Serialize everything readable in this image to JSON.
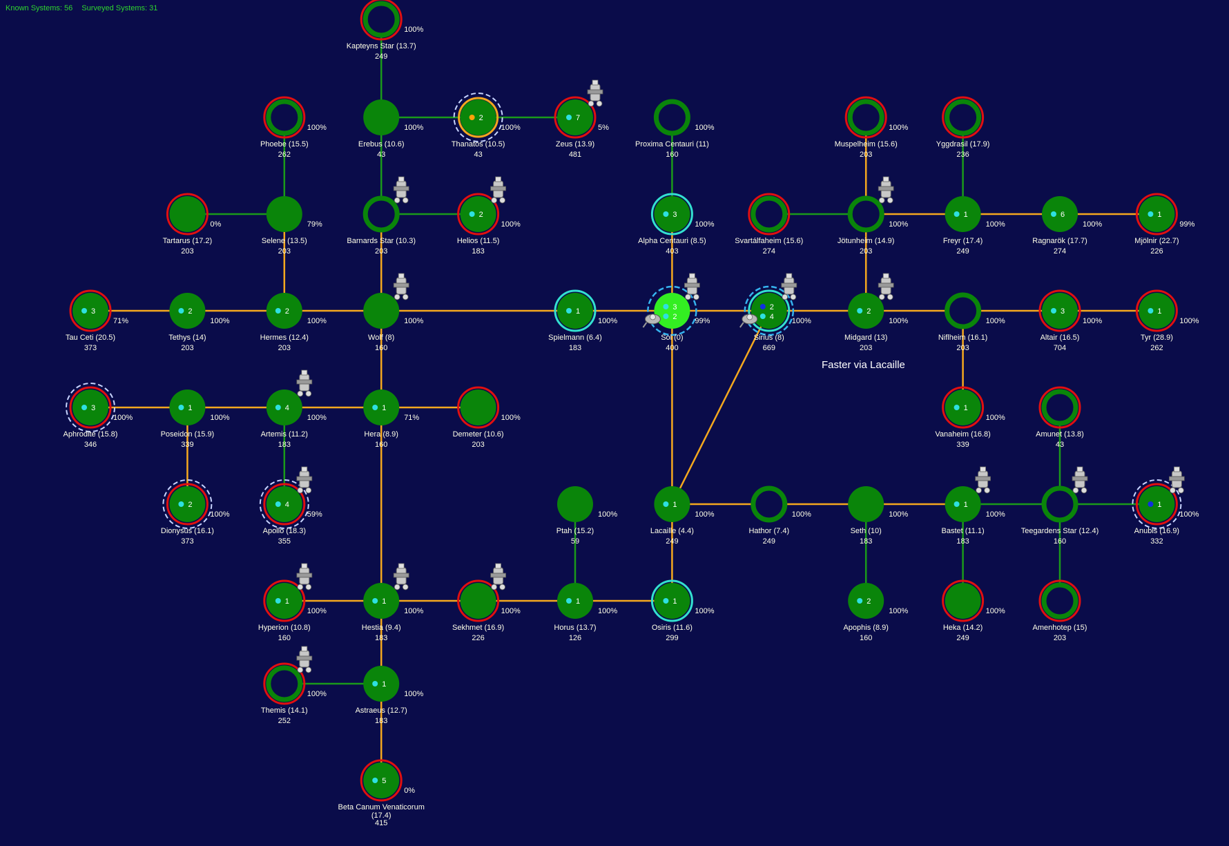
{
  "hud": {
    "known": "Known Systems: 56",
    "surveyed": "Surveyed Systems: 31"
  },
  "note": "Faster via Lacaille",
  "colors": {
    "background": "#0a0c4a",
    "planet": "#0a850a",
    "home": "#33ee22",
    "lane_green": "#1a9a1a",
    "lane_orange": "#f5a81e",
    "ring_red": "#e01010",
    "ring_cyan": "#33e0d0",
    "label": "#ffffe8",
    "hud": "#2fd52f"
  },
  "systems": [
    {
      "id": "kapteyns",
      "name": "Kapteyns Star  (13.7)",
      "value": "249",
      "col": 3,
      "row": 0,
      "pct": "100%",
      "count": "",
      "red": true,
      "ring": true
    },
    {
      "id": "phoebe",
      "name": "Phoebe  (15.5)",
      "value": "262",
      "col": 2,
      "row": 1,
      "pct": "100%",
      "count": "",
      "red": true,
      "ring": true
    },
    {
      "id": "erebus",
      "name": "Erebus  (10.6)",
      "value": "43",
      "col": 3,
      "row": 1,
      "pct": "100%",
      "count": ""
    },
    {
      "id": "thanatos",
      "name": "Thanatos  (10.5)",
      "value": "43",
      "col": 4,
      "row": 1,
      "pct": "100%",
      "count": "2",
      "orange": true,
      "dashed": true,
      "dotColor": "orange"
    },
    {
      "id": "zeus",
      "name": "Zeus  (13.9)",
      "value": "481",
      "col": 5,
      "row": 1,
      "pct": "5%",
      "count": "7",
      "red": true,
      "ship": true
    },
    {
      "id": "proxima",
      "name": "Proxima Centauri  (11)",
      "value": "160",
      "col": 6,
      "row": 1,
      "pct": "100%",
      "count": "",
      "ring": true
    },
    {
      "id": "muspelheim",
      "name": "Muspelheim  (15.6)",
      "value": "203",
      "col": 8,
      "row": 1,
      "pct": "100%",
      "count": "",
      "red": true,
      "ring": true
    },
    {
      "id": "yggdrasil",
      "name": "Yggdrasil  (17.9)",
      "value": "236",
      "col": 9,
      "row": 1,
      "pct": "",
      "count": "",
      "red": true,
      "ring": true
    },
    {
      "id": "tartarus",
      "name": "Tartarus  (17.2)",
      "value": "203",
      "col": 1,
      "row": 2,
      "pct": "0%",
      "count": "",
      "red": true
    },
    {
      "id": "selene",
      "name": "Selene  (13.5)",
      "value": "203",
      "col": 2,
      "row": 2,
      "pct": "79%",
      "count": ""
    },
    {
      "id": "barnards",
      "name": "Barnards Star  (10.3)",
      "value": "203",
      "col": 3,
      "row": 2,
      "pct": "",
      "count": "",
      "ring": true,
      "ship": true
    },
    {
      "id": "helios",
      "name": "Helios  (11.5)",
      "value": "183",
      "col": 4,
      "row": 2,
      "pct": "100%",
      "count": "2",
      "red": true,
      "ship": true
    },
    {
      "id": "alphacen",
      "name": "Alpha Centauri  (8.5)",
      "value": "403",
      "col": 6,
      "row": 2,
      "pct": "100%",
      "count": "3",
      "cyan": true
    },
    {
      "id": "svart",
      "name": "Svartálfaheim  (15.6)",
      "value": "274",
      "col": 7,
      "row": 2,
      "pct": "",
      "count": "",
      "red": true,
      "ring": true
    },
    {
      "id": "jotunheim",
      "name": "Jötunheim  (14.9)",
      "value": "203",
      "col": 8,
      "row": 2,
      "pct": "100%",
      "count": "",
      "ring": true,
      "ship": true
    },
    {
      "id": "freyr",
      "name": "Freyr  (17.4)",
      "value": "249",
      "col": 9,
      "row": 2,
      "pct": "100%",
      "count": "1"
    },
    {
      "id": "ragnarok",
      "name": "Ragnarök  (17.7)",
      "value": "274",
      "col": 10,
      "row": 2,
      "pct": "100%",
      "count": "6"
    },
    {
      "id": "mjolnir",
      "name": "Mjölnir  (22.7)",
      "value": "226",
      "col": 11,
      "row": 2,
      "pct": "99%",
      "count": "1",
      "red": true
    },
    {
      "id": "tauceti",
      "name": "Tau Ceti  (20.5)",
      "value": "373",
      "col": 0,
      "row": 3,
      "pct": "71%",
      "count": "3",
      "red": true
    },
    {
      "id": "tethys",
      "name": "Tethys  (14)",
      "value": "203",
      "col": 1,
      "row": 3,
      "pct": "100%",
      "count": "2"
    },
    {
      "id": "hermes",
      "name": "Hermes  (12.4)",
      "value": "203",
      "col": 2,
      "row": 3,
      "pct": "100%",
      "count": "2"
    },
    {
      "id": "wolf",
      "name": "Wolf  (8)",
      "value": "160",
      "col": 3,
      "row": 3,
      "pct": "100%",
      "count": "",
      "ship": true
    },
    {
      "id": "spielmann",
      "name": "Spielmann  (6.4)",
      "value": "183",
      "col": 5,
      "row": 3,
      "pct": "100%",
      "count": "1",
      "cyan": true
    },
    {
      "id": "sol",
      "name": "Sol  (0)",
      "value": "400",
      "col": 6,
      "row": 3,
      "pct": "99%",
      "count": "3",
      "count2": "2",
      "home": true,
      "dashedCyan": true,
      "ship": true,
      "probe": true
    },
    {
      "id": "sirius",
      "name": "Sirius  (8)",
      "value": "669",
      "col": 7,
      "row": 3,
      "pct": "100%",
      "count": "2",
      "count2": "4",
      "cyan": true,
      "dashedCyan": true,
      "ship": true,
      "probe": true,
      "dotColor": "blue"
    },
    {
      "id": "midgard",
      "name": "Midgard  (13)",
      "value": "203",
      "col": 8,
      "row": 3,
      "pct": "100%",
      "count": "2",
      "ship": true
    },
    {
      "id": "niflheim",
      "name": "Niflheim  (16.1)",
      "value": "203",
      "col": 9,
      "row": 3,
      "pct": "100%",
      "count": "",
      "ring": true
    },
    {
      "id": "altair",
      "name": "Altair  (16.5)",
      "value": "704",
      "col": 10,
      "row": 3,
      "pct": "100%",
      "count": "3",
      "red": true
    },
    {
      "id": "tyr",
      "name": "Tyr  (28.9)",
      "value": "262",
      "col": 11,
      "row": 3,
      "pct": "100%",
      "count": "1",
      "red": true
    },
    {
      "id": "aphrodite",
      "name": "Aphrodite  (15.8)",
      "value": "346",
      "col": 0,
      "row": 4,
      "pct": "100%",
      "count": "3",
      "red": true,
      "dashed": true
    },
    {
      "id": "poseidon",
      "name": "Poseidon  (15.9)",
      "value": "339",
      "col": 1,
      "row": 4,
      "pct": "100%",
      "count": "1"
    },
    {
      "id": "artemis",
      "name": "Artemis  (11.2)",
      "value": "183",
      "col": 2,
      "row": 4,
      "pct": "100%",
      "count": "4",
      "ship": true
    },
    {
      "id": "hera",
      "name": "Hera  (8.9)",
      "value": "160",
      "col": 3,
      "row": 4,
      "pct": "71%",
      "count": "1"
    },
    {
      "id": "demeter",
      "name": "Demeter  (10.6)",
      "value": "203",
      "col": 4,
      "row": 4,
      "pct": "100%",
      "count": "",
      "red": true
    },
    {
      "id": "vanaheim",
      "name": "Vanaheim  (16.8)",
      "value": "339",
      "col": 9,
      "row": 4,
      "pct": "100%",
      "count": "1",
      "red": true
    },
    {
      "id": "amunet",
      "name": "Amunet  (13.8)",
      "value": "43",
      "col": 10,
      "row": 4,
      "pct": "",
      "count": "",
      "red": true,
      "ring": true
    },
    {
      "id": "dionysus",
      "name": "Dionysus  (16.1)",
      "value": "373",
      "col": 1,
      "row": 5,
      "pct": "100%",
      "count": "2",
      "red": true,
      "dashed": true
    },
    {
      "id": "apollo",
      "name": "Apollo  (18.3)",
      "value": "355",
      "col": 2,
      "row": 5,
      "pct": "59%",
      "count": "4",
      "red": true,
      "dashed": true,
      "ship": true
    },
    {
      "id": "ptah",
      "name": "Ptah  (15.2)",
      "value": "59",
      "col": 5,
      "row": 5,
      "pct": "100%",
      "count": "",
      "labelUp": true
    },
    {
      "id": "lacaille",
      "name": "Lacaille  (4.4)",
      "value": "249",
      "col": 6,
      "row": 5,
      "pct": "100%",
      "count": "1"
    },
    {
      "id": "hathor",
      "name": "Hathor  (7.4)",
      "value": "249",
      "col": 7,
      "row": 5,
      "pct": "100%",
      "count": "",
      "ring": true
    },
    {
      "id": "seth",
      "name": "Seth  (10)",
      "value": "183",
      "col": 8,
      "row": 5,
      "pct": "100%",
      "count": ""
    },
    {
      "id": "bastet",
      "name": "Bastet  (11.1)",
      "value": "183",
      "col": 9,
      "row": 5,
      "pct": "100%",
      "count": "1",
      "ship": true
    },
    {
      "id": "teegarden",
      "name": "Teegardens Star  (12.4)",
      "value": "160",
      "col": 10,
      "row": 5,
      "pct": "",
      "count": "",
      "ring": true,
      "ship": true
    },
    {
      "id": "anubis",
      "name": "Anubis  (16.9)",
      "value": "332",
      "col": 11,
      "row": 5,
      "pct": "100%",
      "count": "1",
      "red": true,
      "dashed": true,
      "ship": true,
      "dotColor": "blue"
    },
    {
      "id": "hyperion",
      "name": "Hyperion  (10.8)",
      "value": "160",
      "col": 2,
      "row": 6,
      "pct": "100%",
      "count": "1",
      "red": true,
      "ship": true
    },
    {
      "id": "hestia",
      "name": "Hestia  (9.4)",
      "value": "183",
      "col": 3,
      "row": 6,
      "pct": "100%",
      "count": "1",
      "ship": true
    },
    {
      "id": "sekhmet",
      "name": "Sekhmet  (16.9)",
      "value": "226",
      "col": 4,
      "row": 6,
      "pct": "100%",
      "count": "",
      "red": true,
      "ship": true
    },
    {
      "id": "horus",
      "name": "Horus  (13.7)",
      "value": "126",
      "col": 5,
      "row": 6,
      "pct": "100%",
      "count": "1"
    },
    {
      "id": "osiris",
      "name": "Osiris  (11.6)",
      "value": "299",
      "col": 6,
      "row": 6,
      "pct": "100%",
      "count": "1",
      "cyan": true
    },
    {
      "id": "apophis",
      "name": "Apophis  (8.9)",
      "value": "160",
      "col": 8,
      "row": 6,
      "pct": "100%",
      "count": "2"
    },
    {
      "id": "heka",
      "name": "Heka  (14.2)",
      "value": "249",
      "col": 9,
      "row": 6,
      "pct": "100%",
      "count": "",
      "red": true
    },
    {
      "id": "amenhotep",
      "name": "Amenhotep  (15)",
      "value": "203",
      "col": 10,
      "row": 6,
      "pct": "",
      "count": "",
      "red": true,
      "ring": true
    },
    {
      "id": "themis",
      "name": "Themis  (14.1)",
      "value": "252",
      "col": 2,
      "row": 7,
      "pct": "100%",
      "count": "",
      "red": true,
      "ring": true,
      "ship": true
    },
    {
      "id": "astraeus",
      "name": "Astraeus  (12.7)",
      "value": "183",
      "col": 3,
      "row": 7,
      "pct": "100%",
      "count": "1"
    },
    {
      "id": "betacanum",
      "name": "Beta Canum Venaticorum",
      "name2": "(17.4)",
      "value": "415",
      "col": 3,
      "row": 8,
      "pct": "0%",
      "count": "5",
      "red": true
    }
  ],
  "lanes": [
    [
      "kapteyns",
      "erebus",
      "g"
    ],
    [
      "erebus",
      "thanatos",
      "g"
    ],
    [
      "thanatos",
      "zeus",
      "g"
    ],
    [
      "erebus",
      "barnards",
      "g"
    ],
    [
      "phoebe",
      "selene",
      "g"
    ],
    [
      "tartarus",
      "selene",
      "g"
    ],
    [
      "selene",
      "hermes",
      "o"
    ],
    [
      "barnards",
      "helios",
      "g"
    ],
    [
      "barnards",
      "wolf",
      "o"
    ],
    [
      "proxima",
      "alphacen",
      "g"
    ],
    [
      "alphacen",
      "sol",
      "o"
    ],
    [
      "muspelheim",
      "jotunheim",
      "o"
    ],
    [
      "svart",
      "jotunheim",
      "g"
    ],
    [
      "jotunheim",
      "freyr",
      "o"
    ],
    [
      "freyr",
      "ragnarok",
      "o"
    ],
    [
      "ragnarok",
      "mjolnir",
      "o"
    ],
    [
      "yggdrasil",
      "freyr",
      "g"
    ],
    [
      "jotunheim",
      "midgard",
      "o"
    ],
    [
      "tauceti",
      "tethys",
      "o"
    ],
    [
      "tethys",
      "hermes",
      "o"
    ],
    [
      "hermes",
      "wolf",
      "o"
    ],
    [
      "wolf",
      "spielmann",
      "o"
    ],
    [
      "spielmann",
      "sol",
      "o"
    ],
    [
      "sol",
      "sirius",
      "o"
    ],
    [
      "sirius",
      "midgard",
      "o"
    ],
    [
      "midgard",
      "niflheim",
      "o"
    ],
    [
      "niflheim",
      "altair",
      "o"
    ],
    [
      "altair",
      "tyr",
      "o"
    ],
    [
      "niflheim",
      "vanaheim",
      "o"
    ],
    [
      "wolf",
      "hera",
      "o"
    ],
    [
      "aphrodite",
      "poseidon",
      "o"
    ],
    [
      "poseidon",
      "artemis",
      "o"
    ],
    [
      "artemis",
      "hera",
      "o"
    ],
    [
      "hera",
      "demeter",
      "o"
    ],
    [
      "poseidon",
      "dionysus",
      "o"
    ],
    [
      "artemis",
      "apollo",
      "g"
    ],
    [
      "hera",
      "hestia",
      "o"
    ],
    [
      "sol",
      "lacaille",
      "o"
    ],
    [
      "sirius",
      "lacaille",
      "o"
    ],
    [
      "lacaille",
      "hathor",
      "o"
    ],
    [
      "hathor",
      "seth",
      "o"
    ],
    [
      "seth",
      "bastet",
      "o"
    ],
    [
      "bastet",
      "teegarden",
      "g"
    ],
    [
      "teegarden",
      "anubis",
      "g"
    ],
    [
      "amunet",
      "teegarden",
      "g"
    ],
    [
      "teegarden",
      "amenhotep",
      "g"
    ],
    [
      "seth",
      "apophis",
      "g"
    ],
    [
      "bastet",
      "heka",
      "g"
    ],
    [
      "ptah",
      "horus",
      "g"
    ],
    [
      "lacaille",
      "osiris",
      "o"
    ],
    [
      "hyperion",
      "hestia",
      "o"
    ],
    [
      "hestia",
      "sekhmet",
      "o"
    ],
    [
      "sekhmet",
      "horus",
      "o"
    ],
    [
      "horus",
      "osiris",
      "o"
    ],
    [
      "hestia",
      "astraeus",
      "o"
    ],
    [
      "themis",
      "astraeus",
      "g"
    ],
    [
      "astraeus",
      "betacanum",
      "o"
    ]
  ]
}
